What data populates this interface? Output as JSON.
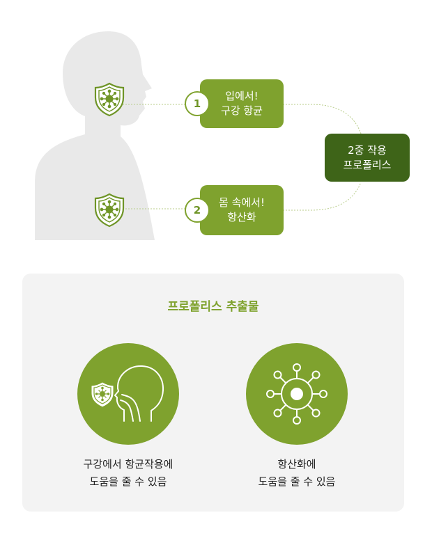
{
  "diagram": {
    "step1": {
      "number": "1",
      "line1": "입에서!",
      "line2": "구강 항균"
    },
    "step2": {
      "number": "2",
      "line1": "몸 속에서!",
      "line2": "항산화"
    },
    "result": {
      "line1": "2중 작용",
      "line2": "프로폴리스"
    },
    "icons": [
      "human-silhouette",
      "shield-virus-icon"
    ]
  },
  "panel": {
    "title": "프로폴리스 추출물",
    "items": [
      {
        "icon": "mouth-throat-shield-icon",
        "line1": "구강에서 항균작용에",
        "line2": "도움을 줄 수 있음"
      },
      {
        "icon": "molecule-icon",
        "line1": "항산화에",
        "line2": "도움을 줄 수 있음"
      }
    ]
  },
  "colors": {
    "light_green": "#7fa22e",
    "dark_green": "#3e6418",
    "silhouette_gray": "#e9e9e9",
    "panel_bg": "#f3f3f3"
  }
}
